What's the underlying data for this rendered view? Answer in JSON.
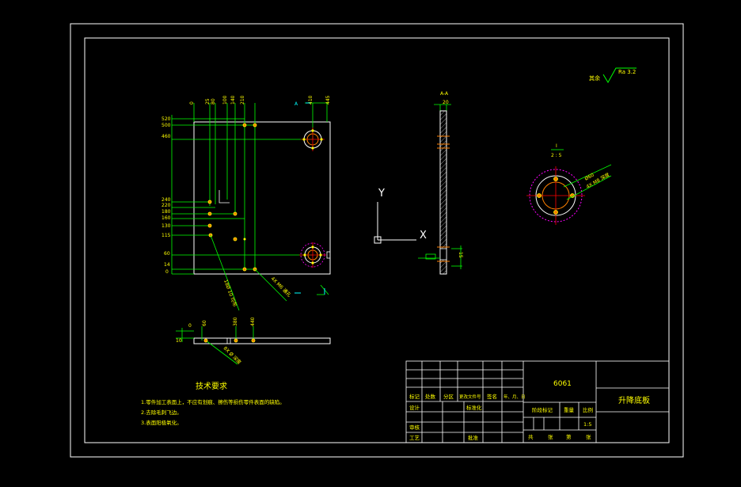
{
  "colors": {
    "background": "#000000",
    "frame": "#ffffff",
    "dimension": "#00ff00",
    "hole": "#ffff00",
    "hole_fill": "#ff8000",
    "circle_hidden": "#ff00ff",
    "centerline": "#ff0000",
    "note_text": "#ffff00"
  },
  "front_view": {
    "top_dims": [
      "0",
      "25",
      "80",
      "100",
      "140",
      "210",
      "410",
      "445"
    ],
    "left_dims": [
      "520",
      "500",
      "460",
      "240",
      "220",
      "180",
      "160",
      "130",
      "115",
      "60",
      "14",
      "0"
    ],
    "callout_holes": "18Ø 10 均布",
    "callout_thread": "4X M6 通孔"
  },
  "side_view": {
    "section_label": "A-A",
    "thickness_dim": "20",
    "depth_dim": "15"
  },
  "bottom_view": {
    "dims": [
      "0",
      "10",
      "60",
      "380",
      "440"
    ],
    "callout": "8X Ø 深度"
  },
  "detail_view": {
    "label": "I",
    "scale": "2 : 5",
    "dim_diameter": "Ø60",
    "dim_thread": "4X M8 深度"
  },
  "roughness": {
    "prefix": "其余",
    "value": "Ra 3.2"
  },
  "ucs": {
    "x_label": "X",
    "y_label": "Y"
  },
  "notes": {
    "title": "技术要求",
    "items": [
      "1.零件加工表面上，不应有划痕、擦伤等损伤零件表面的缺陷。",
      "2.去除毛刺飞边。",
      "3.表面阳极氧化。"
    ]
  },
  "title_block": {
    "material": "6061",
    "part_name": "升降底板",
    "header_labels": [
      "标记",
      "处数",
      "分区",
      "更改文件号",
      "签名",
      "年、月、日"
    ],
    "row_design": "设计",
    "row_standard": "标准化",
    "row_review": "审核",
    "row_process": "工艺",
    "row_approve": "批准",
    "stage_label": "阶段标记",
    "weight_label": "重量",
    "scale_label": "比例",
    "scale_value": "1:5",
    "sheet_labels": [
      "共",
      "张",
      "第",
      "张"
    ]
  }
}
